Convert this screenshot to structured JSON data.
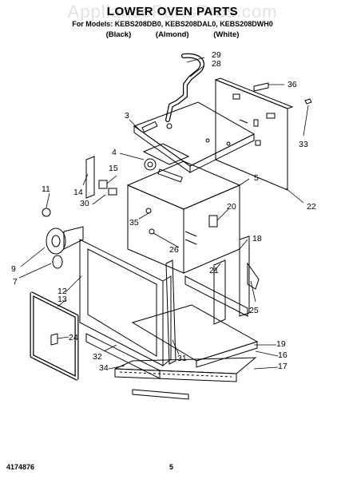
{
  "header": {
    "watermark": "AppliancePartsPros.com",
    "title": "LOWER OVEN PARTS",
    "models": "For Models: KEBS208DB0, KEBS208DAL0, KEBS208DWH0",
    "colors": [
      "(Black)",
      "(Almond)",
      "(White)"
    ]
  },
  "callouts": [
    "29",
    "28",
    "36",
    "3",
    "33",
    "4",
    "15",
    "5",
    "11",
    "14",
    "30",
    "20",
    "22",
    "35",
    "18",
    "9",
    "26",
    "21",
    "7",
    "12",
    "13",
    "25",
    "24",
    "31",
    "19",
    "16",
    "17",
    "32",
    "34"
  ],
  "footer": {
    "part_number": "4174876",
    "page_number": "5"
  }
}
